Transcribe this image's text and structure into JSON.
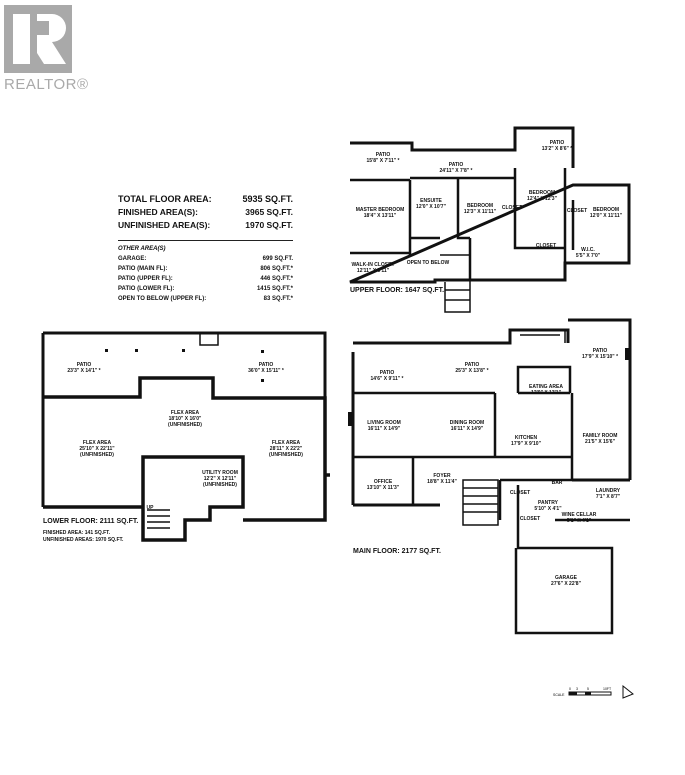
{
  "logo": {
    "text": "REALTOR®"
  },
  "stats": {
    "total": {
      "label": "TOTAL FLOOR AREA:",
      "value": "5935 SQ.FT."
    },
    "finished": {
      "label": "FINISHED AREA(S):",
      "value": "3965 SQ.FT."
    },
    "unfinished": {
      "label": "UNFINISHED AREA(S):",
      "value": "1970 SQ.FT."
    },
    "other_heading": "OTHER AREA(S)",
    "other": [
      {
        "label": "GARAGE:",
        "value": "699 SQ.FT."
      },
      {
        "label": "PATIO (MAIN FL):",
        "value": "806 SQ.FT.*"
      },
      {
        "label": "PATIO (UPPER FL):",
        "value": "446 SQ.FT.*"
      },
      {
        "label": "PATIO (LOWER FL):",
        "value": "1415 SQ.FT.*"
      },
      {
        "label": "OPEN TO BELOW (UPPER FL):",
        "value": "83 SQ.FT.*"
      }
    ]
  },
  "upper": {
    "title": "UPPER FLOOR: 1647 SQ.FT.",
    "rooms": [
      {
        "name": "PATIO",
        "dim": "15'8\" X 7'11\" *"
      },
      {
        "name": "PATIO",
        "dim": "24'11\" X 7'8\" *"
      },
      {
        "name": "PATIO",
        "dim": "13'2\" X 8'6\" *"
      },
      {
        "name": "MASTER BEDROOM",
        "dim": "18'4\" X 13'11\""
      },
      {
        "name": "ENSUITE",
        "dim": "12'0\" X 10'7\""
      },
      {
        "name": "BEDROOM",
        "dim": "12'3\" X 11'11\""
      },
      {
        "name": "BEDROOM",
        "dim": "12'4\" X 12'3\""
      },
      {
        "name": "BEDROOM",
        "dim": "12'0\" X 11'11\""
      },
      {
        "name": "WALK-IN CLOSET",
        "dim": "12'11\" X 5'11\""
      },
      {
        "name": "OPEN TO BELOW",
        "dim": ""
      },
      {
        "name": "CLOSET",
        "dim": ""
      },
      {
        "name": "CLOSET",
        "dim": ""
      },
      {
        "name": "CLOSET",
        "dim": ""
      },
      {
        "name": "W.I.C.",
        "dim": "5'5\" X 7'0\""
      }
    ]
  },
  "main": {
    "title": "MAIN FLOOR: 2177 SQ.FT.",
    "rooms": [
      {
        "name": "PATIO",
        "dim": "14'6\" X 9'11\" *"
      },
      {
        "name": "PATIO",
        "dim": "25'3\" X 13'8\" *"
      },
      {
        "name": "PATIO",
        "dim": "17'9\" X 15'10\" *"
      },
      {
        "name": "EATING AREA",
        "dim": "12'0\" X 13'1\""
      },
      {
        "name": "LIVING ROOM",
        "dim": "16'11\" X 14'9\""
      },
      {
        "name": "DINING ROOM",
        "dim": "16'11\" X 14'9\""
      },
      {
        "name": "KITCHEN",
        "dim": "17'9\" X 9'10\""
      },
      {
        "name": "FAMILY ROOM",
        "dim": "21'5\" X 15'6\""
      },
      {
        "name": "OFFICE",
        "dim": "13'10\" X 11'3\""
      },
      {
        "name": "FOYER",
        "dim": "18'8\" X 11'4\""
      },
      {
        "name": "PANTRY",
        "dim": "5'10\" X 4'1\""
      },
      {
        "name": "WINE CELLAR",
        "dim": "5'1\" X 4'1\""
      },
      {
        "name": "LAUNDRY",
        "dim": "7'1\" X 8'7\""
      },
      {
        "name": "BAR",
        "dim": ""
      },
      {
        "name": "CLOSET",
        "dim": ""
      },
      {
        "name": "CLOSET",
        "dim": ""
      },
      {
        "name": "GARAGE",
        "dim": "27'6\" X 22'8\""
      }
    ]
  },
  "lower": {
    "title": "LOWER FLOOR: 2111 SQ.FT.",
    "finished": "FINISHED AREA: 141 SQ.FT.",
    "unfinished": "UNFINISHED AREAS: 1970 SQ.FT.",
    "rooms": [
      {
        "name": "PATIO",
        "dim": "23'3\" X 14'1\" *"
      },
      {
        "name": "PATIO",
        "dim": "36'0\" X 15'11\" *"
      },
      {
        "name": "FLEX AREA",
        "dim": "18'10\" X 16'0\"",
        "note": "(UNFINISHED)"
      },
      {
        "name": "FLEX AREA",
        "dim": "25'10\" X 22'11\"",
        "note": "(UNFINISHED)"
      },
      {
        "name": "FLEX AREA",
        "dim": "28'11\" X 22'2\"",
        "note": "(UNFINISHED)"
      },
      {
        "name": "UTILITY ROOM",
        "dim": "12'2\" X 12'11\"",
        "note": "(UNFINISHED)"
      },
      {
        "name": "UP",
        "dim": ""
      }
    ]
  },
  "scale": {
    "label": "SCALE",
    "ticks": [
      "0",
      "3",
      "5",
      "10FT"
    ]
  }
}
